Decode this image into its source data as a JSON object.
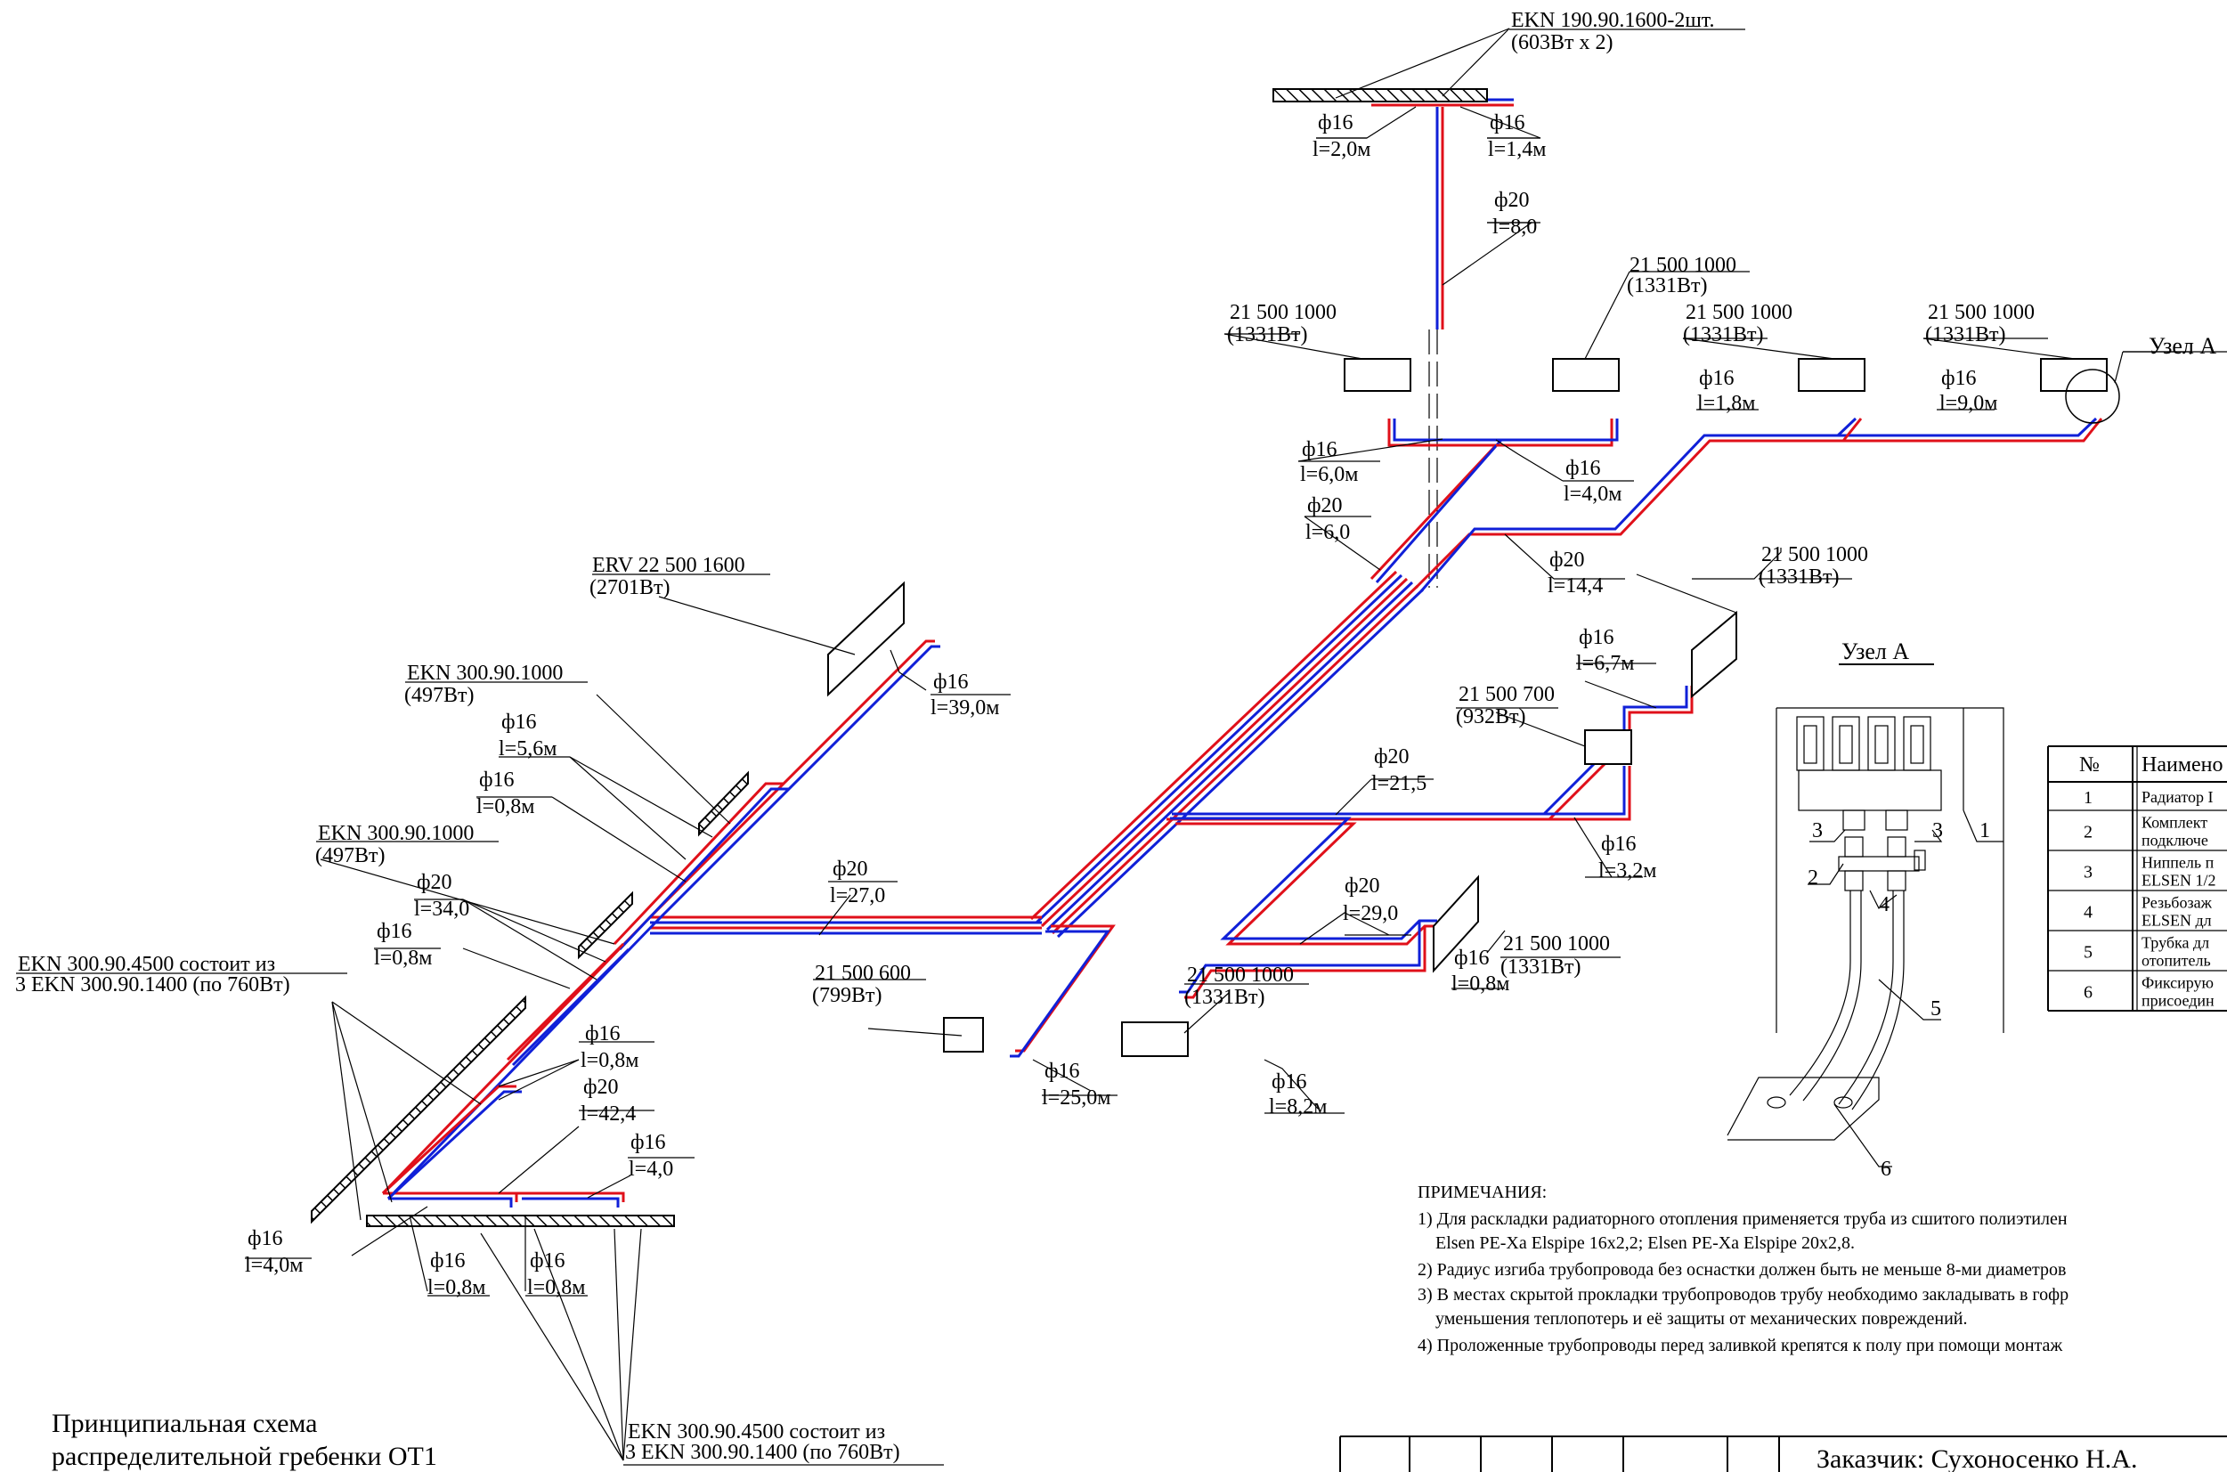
{
  "labels": {
    "top_radiator_model": "EKN 190.90.1600-2шт.",
    "top_radiator_power": "(603Вт x 2)",
    "p_top_left_d": "ф16",
    "p_top_left_l": "l=2,0м",
    "p_top_right_d": "ф16",
    "p_top_right_l": "l=1,4м",
    "p_riser_d": "ф20",
    "p_riser_l": "l=8,0",
    "rad1_model": "21 500 1000",
    "rad1_power": "(1331Вт)",
    "rad2_model": "21 500 1000",
    "rad2_power": "(1331Вт)",
    "rad3_model": "21 500 1000",
    "rad3_power": "(1331Вт)",
    "rad4_model": "21 500 1000",
    "rad4_power": "(1331Вт)",
    "node_a_callout": "Узел А",
    "p_r3_d": "ф16",
    "p_r3_l": "l=1,8м",
    "p_r4_d": "ф16",
    "p_r4_l": "l=9,0м",
    "p_r1_d": "ф16",
    "p_r1_l": "l=6,0м",
    "p_r2_d": "ф16",
    "p_r2_l": "l=4,0м",
    "p_up20a_d": "ф20",
    "p_up20a_l": "l=6,0",
    "p_up20b_d": "ф20",
    "p_up20b_l": "l=14,4",
    "rad5_model": "21 500 1000",
    "rad5_power": "(1331Вт)",
    "p_r5_d": "ф16",
    "p_r5_l": "l=6,7м",
    "rad6_model": "21 500 700",
    "rad6_power": "(932Вт)",
    "p_mid20_d": "ф20",
    "p_mid20_l": "l=21,5",
    "p_r6_d": "ф16",
    "p_r6_l": "l=3,2м",
    "p_low20_d": "ф20",
    "p_low20_l": "l=29,0",
    "rad7_model": "21 500 1000",
    "rad7_power": "(1331Вт)",
    "p_r7_d": "ф16",
    "p_r7_l": "l=0,8м",
    "rad8_model": "21 500 1000",
    "rad8_power": "(1331Вт)",
    "p_r8_d": "ф16",
    "p_r8_l": "l=8,2м",
    "rad9_model": "21 500 600",
    "rad9_power": "(799Вт)",
    "p_r9_d": "ф16",
    "p_r9_l": "l=25,0м",
    "p_main20_d": "ф20",
    "p_main20_l": "l=27,0",
    "erv_model": "ERV 22 500 1600",
    "erv_power": "(2701Вт)",
    "p_erv_d": "ф16",
    "p_erv_l": "l=39,0м",
    "ekn1_model": "EKN 300.90.1000",
    "ekn1_power": "(497Вт)",
    "p_e1a_d": "ф16",
    "p_e1a_l": "l=5,6м",
    "p_e1b_d": "ф16",
    "p_e1b_l": "l=0,8м",
    "ekn2_model": "EKN 300.90.1000",
    "ekn2_power": "(497Вт)",
    "p_e2a_d": "ф20",
    "p_e2a_l": "l=34,0",
    "p_e2b_d": "ф16",
    "p_e2b_l": "l=0,8м",
    "ekn3_line1": "EKN 300.90.4500 состоит из",
    "ekn3_line2": "3 EKN 300.90.1400 (по 760Вт)",
    "p_e3a_d": "ф16",
    "p_e3a_l": "l=0,8м",
    "p_e3b_d": "ф20",
    "p_e3b_l": "l=42,4",
    "p_e3c_d": "ф16",
    "p_e3c_l": "l=4,0",
    "p_e3d_d": "ф16",
    "p_e3d_l": "l=4,0м",
    "p_e4a_d": "ф16",
    "p_e4a_l": "l=0,8м",
    "p_e4b_d": "ф16",
    "p_e4b_l": "l=0,8м",
    "ekn4_line1": "EKN 300.90.4500 состоит из",
    "ekn4_line2": "3 EKN 300.90.1400 (по 760Вт)",
    "node_a_title": "Узел А",
    "node_nums": [
      "1",
      "2",
      "3",
      "3",
      "4",
      "5",
      "6"
    ]
  },
  "scheme_title_line1": "Принципиальная схема",
  "scheme_title_line2": "распределительной гребенки ОТ1",
  "spec_table": {
    "header_no": "№",
    "header_name": "Наимено",
    "rows": [
      {
        "no": "1",
        "text1": "Радиатор I",
        "text2": ""
      },
      {
        "no": "2",
        "text1": "Комплект",
        "text2": "подключе"
      },
      {
        "no": "3",
        "text1": "Ниппель п",
        "text2": "ELSEN 1/2"
      },
      {
        "no": "4",
        "text1": "Резьбозаж",
        "text2": "ELSEN дл"
      },
      {
        "no": "5",
        "text1": "Трубка дл",
        "text2": "отопитель"
      },
      {
        "no": "6",
        "text1": "Фиксирую",
        "text2": "присоедин"
      }
    ]
  },
  "notes": {
    "heading": "ПРИМЕЧАНИЯ:",
    "n1a": "1) Для раскладки радиаторного отопления применяется труба из сшитого полиэтилен",
    "n1b": "Elsen PE-Xa Elspipe 16x2,2; Elsen PE-Xa Elspipe 20x2,8.",
    "n2": "2) Радиус изгиба трубопровода без оснастки должен быть не меньше 8-ми диаметров",
    "n3a": "3) В местах скрытой прокладки трубопроводов трубу необходимо закладывать в гофр",
    "n3b": "уменьшения теплопотерь и её защиты от механических повреждений.",
    "n4": "4) Проложенные трубопроводы перед заливкой крепятся к полу при помощи монтаж"
  },
  "stamp": {
    "customer": "Заказчик: Сухоносенко Н.А."
  },
  "colors": {
    "supply_pipe": "#e0101a",
    "return_pipe": "#1020d8",
    "lines": "#000000"
  }
}
